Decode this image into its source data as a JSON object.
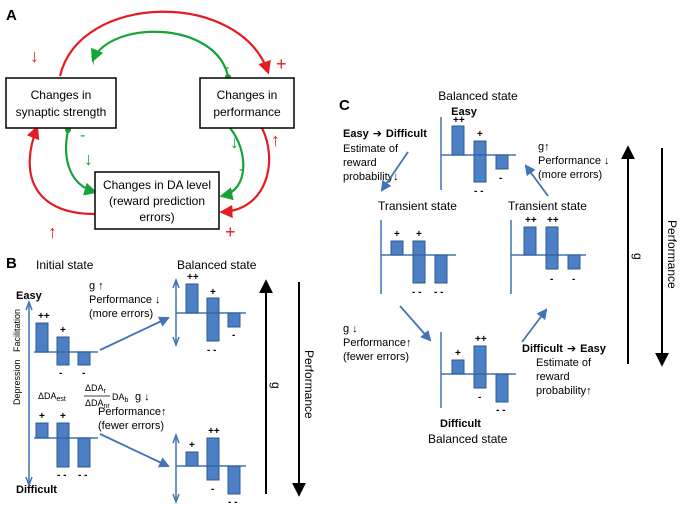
{
  "colors": {
    "red": "#e31c23",
    "green": "#17a33a",
    "blue": "#3f74b6",
    "bar": "#4c7fc3"
  },
  "panel_a": {
    "letter": "A",
    "box_synaptic": [
      "Changes in",
      "synaptic strength"
    ],
    "box_performance": [
      "Changes in",
      "performance"
    ],
    "box_da": [
      "Changes in DA level",
      "(reward prediction",
      "errors)"
    ],
    "signs": {
      "plus": "+",
      "minus": "-",
      "up": "↑",
      "down": "↓"
    }
  },
  "panel_b": {
    "letter": "B",
    "initial_title": "Initial state",
    "balanced_title": "Balanced state",
    "easy": "Easy",
    "difficult": "Difficult",
    "facilitation": "Facilitation",
    "depression": "Depression",
    "delta_est": "ΔDA",
    "est_sub": "est",
    "delta_r": "ΔDA",
    "r_sub": "r",
    "delta_nr": "ΔDA",
    "nr_sub": "nr",
    "da_b": "DA",
    "b_sub": "b",
    "g_up_line1": "g ↑",
    "g_up_line2": "Performance ↓",
    "g_up_line3": "(more errors)",
    "g_down_line1": "g ↓",
    "g_down_line2": "Performance↑",
    "g_down_line3": "(fewer errors)",
    "performance": "Performance",
    "g": "g",
    "bar_labels": {
      "pp": "++",
      "p": "+",
      "mm": "- -",
      "m": "-"
    }
  },
  "panel_c": {
    "letter": "C",
    "balanced_title": "Balanced state",
    "easy": "Easy",
    "difficult": "Difficult",
    "balanced_bottom": "Balanced state",
    "transient_left": "Transient state",
    "transient_right": "Transient state",
    "easy_to_difficult_a": "Easy",
    "arrow": "➔",
    "easy_to_difficult_b": "Difficult",
    "estimate_left": [
      "Estimate of",
      "reward",
      "probability↓"
    ],
    "g_up": [
      "g↑",
      "Performance ↓",
      "(more errors)"
    ],
    "g_down": [
      "g ↓",
      "Performance↑",
      "(fewer errors)"
    ],
    "difficult_to_easy_a": "Difficult",
    "difficult_to_easy_b": "Easy",
    "estimate_right": [
      "Estimate of",
      "reward",
      "probability↑"
    ],
    "performance": "Performance",
    "g": "g"
  }
}
